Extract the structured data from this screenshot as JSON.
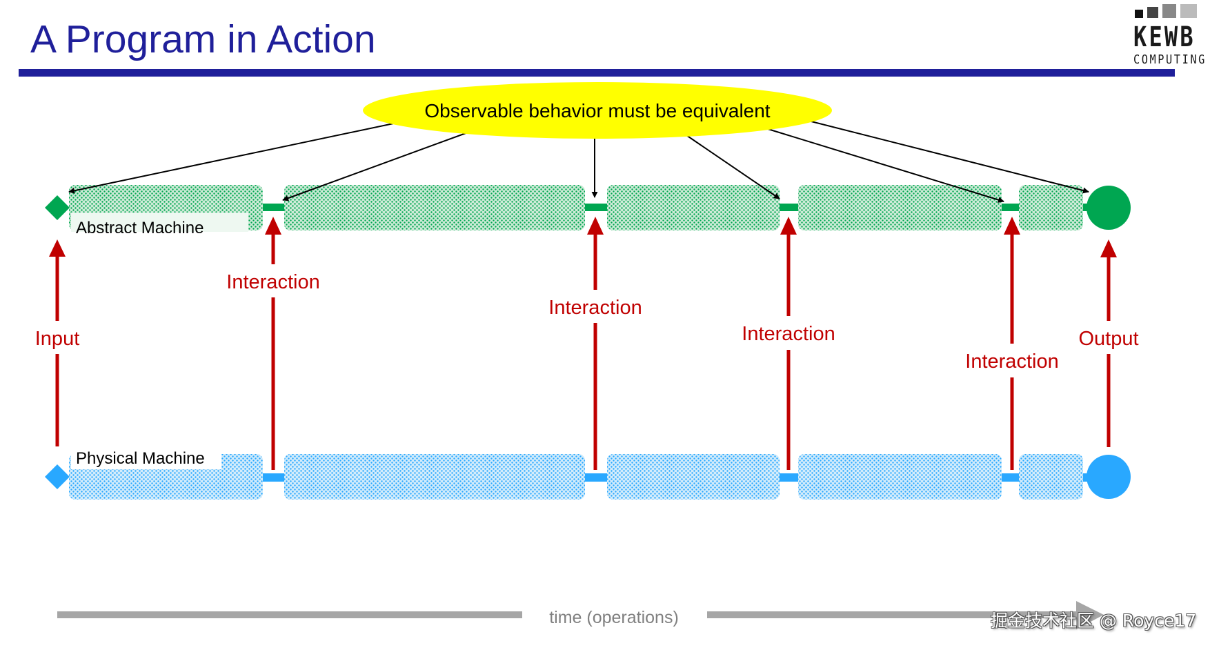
{
  "title": "A Program in Action",
  "logo": {
    "word": "KEWB",
    "sub": "COMPUTING"
  },
  "ellipse": {
    "text": "Observable behavior must be equivalent",
    "color": "#ffff00"
  },
  "abstract_machine": {
    "label": "Abstract Machine",
    "color": "#00a651"
  },
  "physical_machine": {
    "label": "Physical Machine",
    "color": "#29a8ff"
  },
  "arrows": {
    "color": "#c00000",
    "items": [
      {
        "label": "Input"
      },
      {
        "label": "Interaction"
      },
      {
        "label": "Interaction"
      },
      {
        "label": "Interaction"
      },
      {
        "label": "Interaction"
      },
      {
        "label": "Output"
      }
    ]
  },
  "timeline": {
    "label": "time (operations)"
  },
  "watermark": "掘金技术社区 @ Royce17"
}
